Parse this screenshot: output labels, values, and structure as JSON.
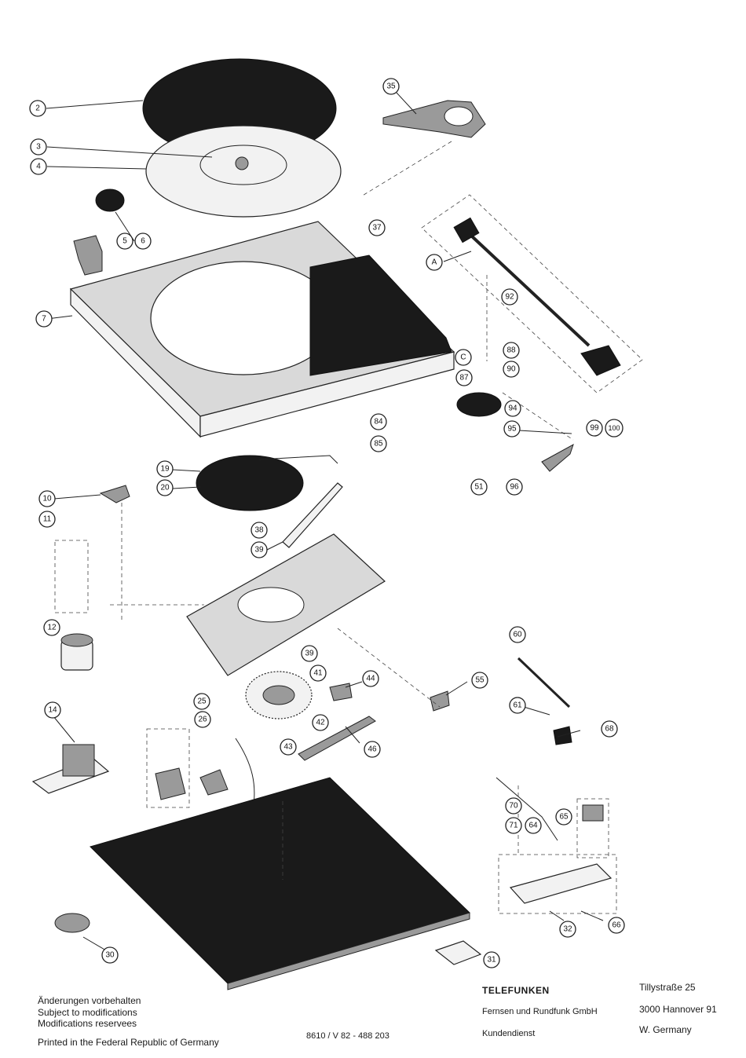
{
  "callouts": [
    "2",
    "3",
    "4",
    "5",
    "6",
    "7",
    "10",
    "11",
    "12",
    "14",
    "19",
    "20",
    "25",
    "26",
    "30",
    "31",
    "32",
    "35",
    "37",
    "38",
    "39",
    "39",
    "41",
    "42",
    "43",
    "44",
    "46",
    "51",
    "55",
    "60",
    "61",
    "64",
    "65",
    "66",
    "68",
    "70",
    "71",
    "84",
    "85",
    "87",
    "88",
    "90",
    "92",
    "94",
    "95",
    "96",
    "99",
    "100",
    "A",
    "C"
  ],
  "footer": {
    "notice": [
      "Änderungen vorbehalten",
      "Subject to modifications",
      "Modifications reservees"
    ],
    "printed": "Printed in the Federal Republic of Germany",
    "doc_code": "8610 / V 82 - 488 203",
    "brand": "TELEFUNKEN",
    "company": "Fernsen und Rundfunk GmbH",
    "department": "Kundendienst",
    "address": [
      "Tillystraße 25",
      "3000 Hannover 91",
      "W. Germany"
    ]
  }
}
